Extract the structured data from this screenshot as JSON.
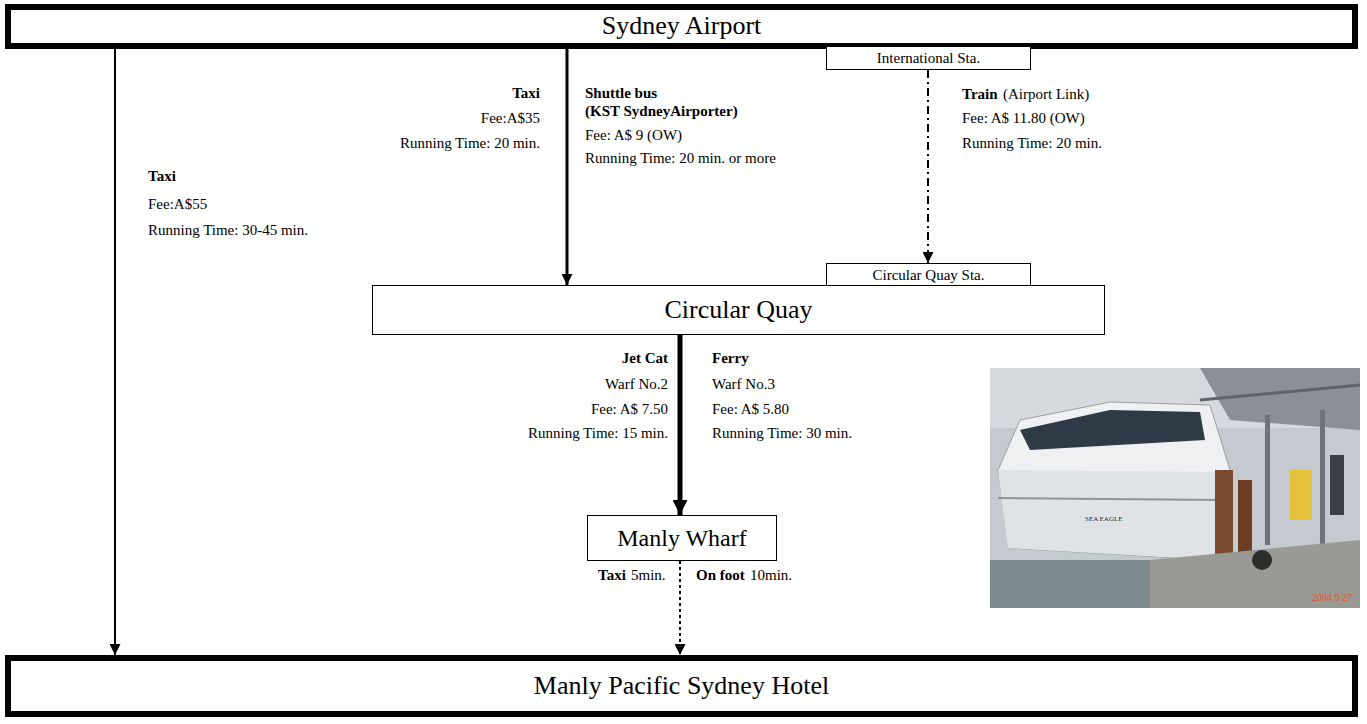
{
  "diagram": {
    "nodes": [
      {
        "text": [
          "Sydney Airport"
        ]
      },
      {
        "text": [
          "International Sta."
        ]
      },
      {
        "text": [
          "Circular Quay Sta."
        ]
      },
      {
        "text": [
          "Circular Quay"
        ]
      },
      {
        "text": [
          "Manly Wharf"
        ]
      },
      {
        "text": [
          "Manly Pacific Sydney Hotel"
        ]
      }
    ],
    "edges": [
      {
        "from": 0,
        "to": 5,
        "arrow": "to",
        "label": "Taxi"
      },
      {
        "from": 0,
        "to": 3,
        "arrow": "to",
        "label": "Taxi"
      },
      {
        "from": 1,
        "to": 2,
        "arrow": "to",
        "label": "Train"
      },
      {
        "from": 3,
        "to": 4,
        "arrow": "to",
        "label": "Jet Cat"
      },
      {
        "from": 4,
        "to": 5,
        "arrow": "to",
        "label": "Taxi"
      }
    ],
    "labels": [
      "Fee:A$35",
      "Running Time: 20 min.",
      "Shuttle bus",
      "(KST SydneyAirporter)",
      "Fee: A$ 9 (OW)",
      "Running Time: 20 min. or more",
      "(Airport Link)",
      "Fee: A$ 11.80 (OW)",
      "Running Time: 20 min.",
      "Fee:A$55",
      "Running Time: 30-45 min.",
      "Warf No.2",
      "Fee: A$ 7.50",
      "Running Time: 15 min.",
      "Ferry",
      "Warf No.3",
      "Fee: A$ 5.80",
      "Running Time: 30 min.",
      "5min.",
      "On foot",
      "10min.",
      "SEA EAGLE",
      "2004 9 27"
    ]
  }
}
